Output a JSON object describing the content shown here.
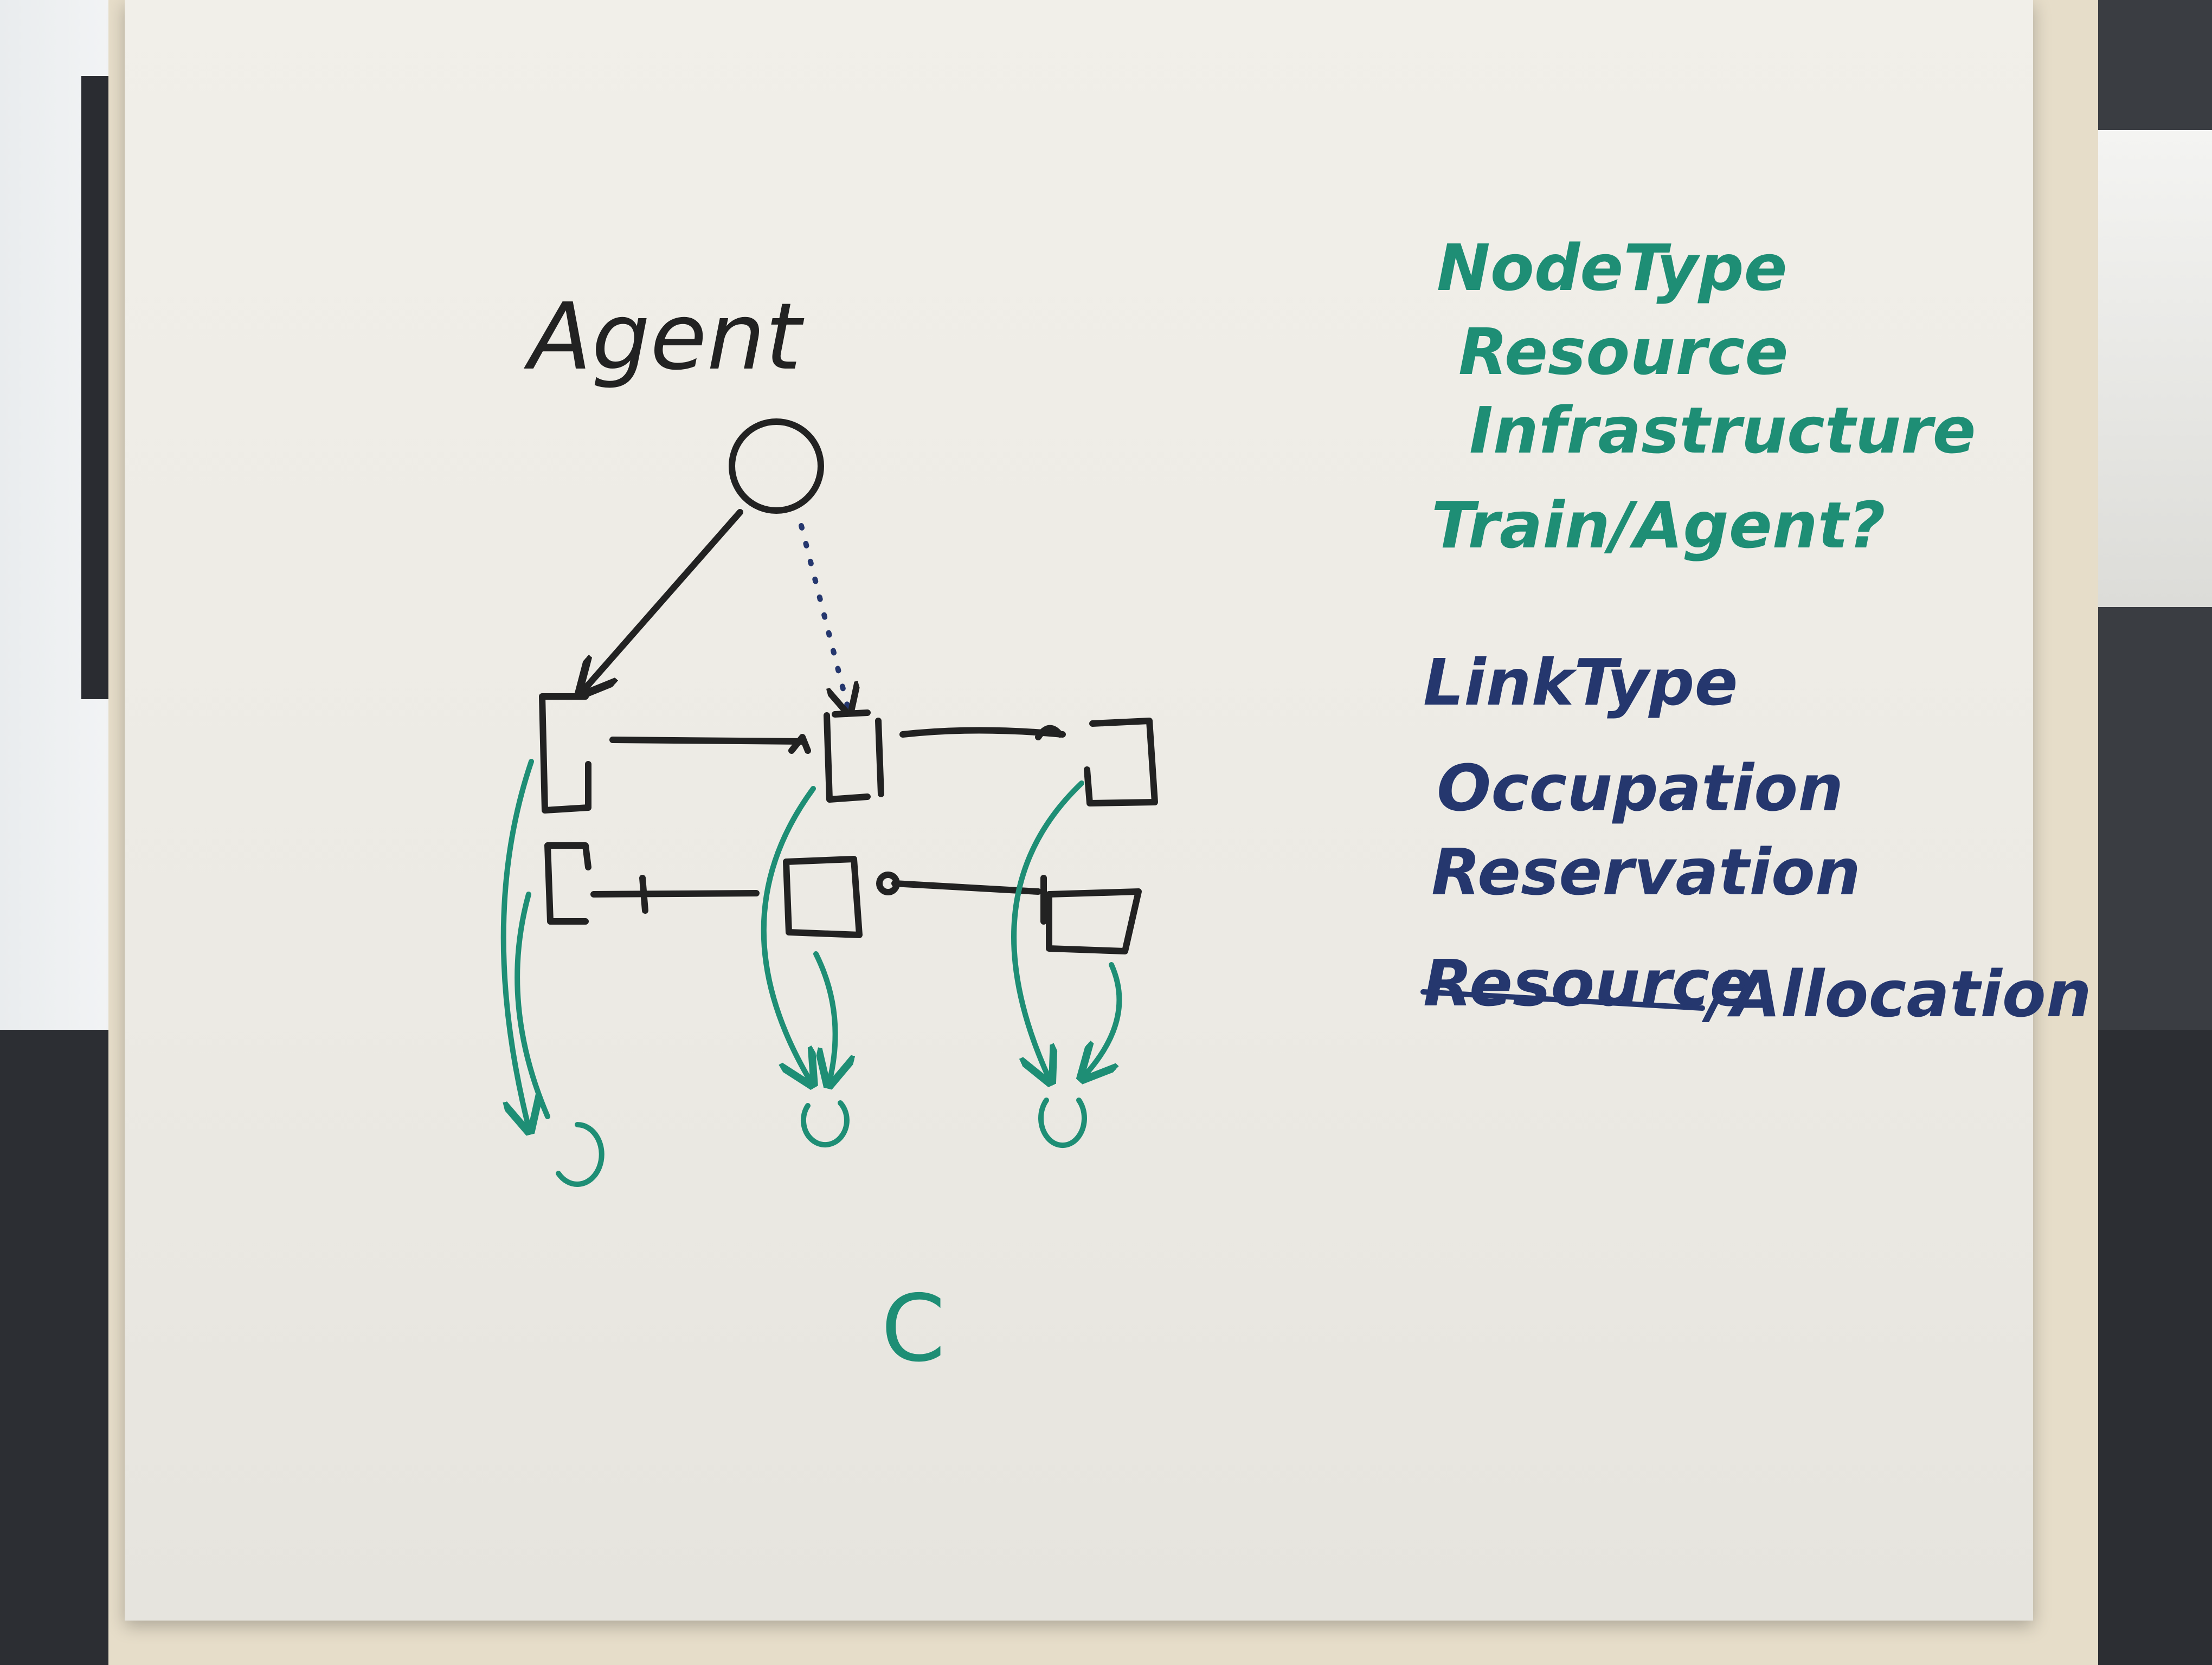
{
  "diagram": {
    "agent_label": "Agent",
    "node_types": {
      "heading": "NodeType",
      "items": [
        "Resource",
        "Infrastructure",
        "Train/Agent?"
      ]
    },
    "link_types": {
      "heading": "LinkType",
      "items": [
        "Occupation",
        "Reservation"
      ],
      "struck_word": "Resource",
      "last_item_suffix": "/Allocation"
    },
    "bottom_mark": "C"
  },
  "colors": {
    "black_ink": "#222222",
    "green_ink": "#1e8e75",
    "blue_ink": "#25376e",
    "paper": "#eeece6"
  }
}
